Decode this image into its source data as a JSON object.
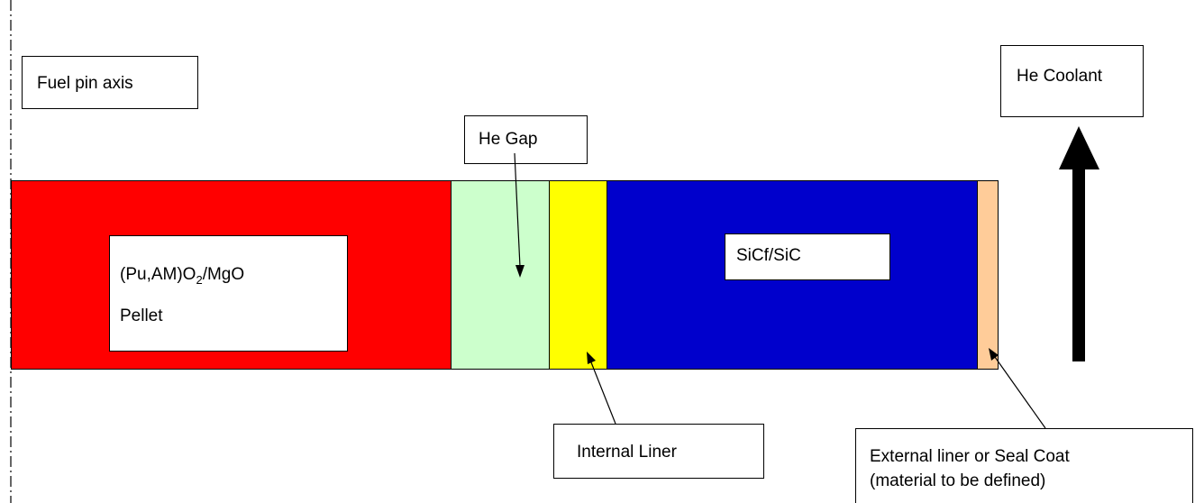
{
  "labels": {
    "fuel_pin_axis": "Fuel pin axis",
    "he_coolant": "He Coolant",
    "he_gap": "He Gap",
    "pellet_formula_pre": "(Pu,AM)O",
    "pellet_formula_sub": "2",
    "pellet_formula_post": "/MgO",
    "pellet_word": "Pellet",
    "sicf_sic": "SiCf/SiC",
    "internal_liner": "Internal Liner",
    "external_liner_line1": "External liner or Seal Coat",
    "external_liner_line2": "(material to be defined)"
  },
  "colors": {
    "fuel_pellet": "#ff0000",
    "he_gap": "#ccffcc",
    "internal_liner": "#ffff00",
    "sicf_sic": "#0000cc",
    "external_liner": "#ffcc99",
    "arrow": "#000000"
  }
}
